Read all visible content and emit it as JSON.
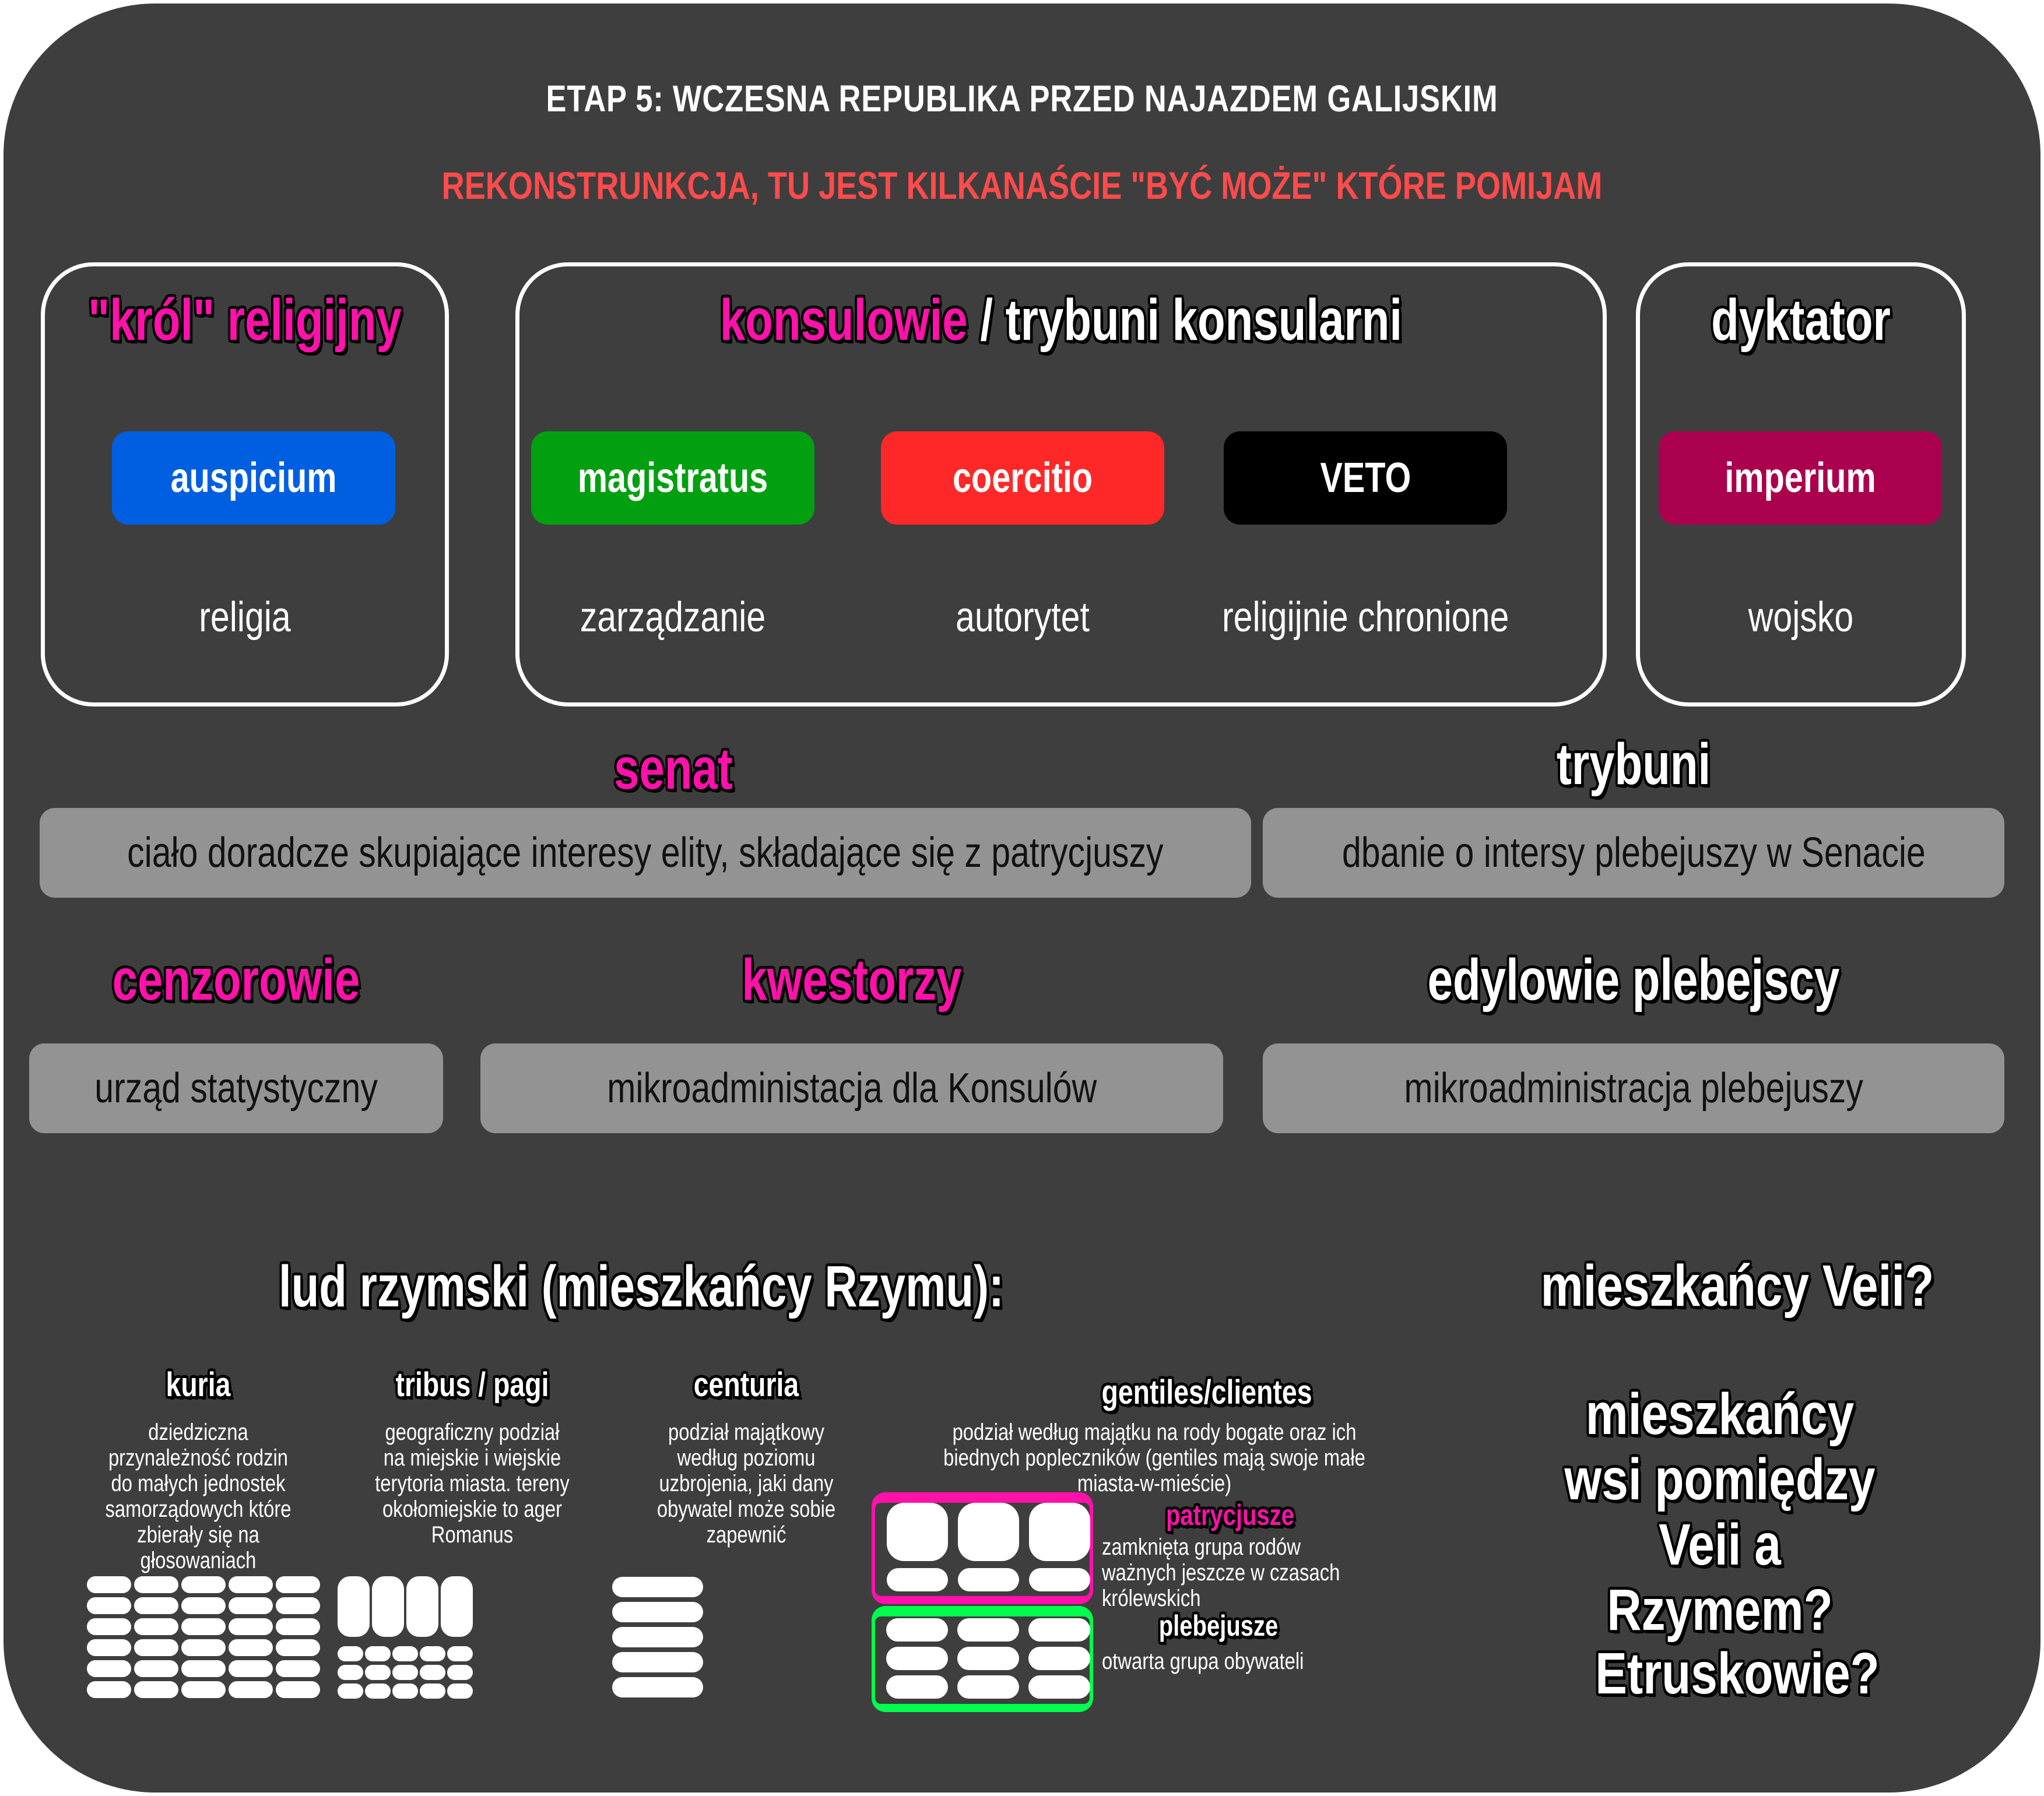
{
  "header": {
    "title": "ETAP 5: WCZESNA REPUBLIKA PRZED NAJAZDEM GALIJSKIM",
    "subtitle": "REKONSTRUNKCJA, TU JEST KILKANAŚCIE \"BYĆ MOŻE\" KTÓRE POMIJAM"
  },
  "colors": {
    "background": "#3e3e3e",
    "accent_pink": "#ff11aa",
    "subtitle_red": "#ff4b4b",
    "auspicium": "#005fe0",
    "magistratus": "#02a010",
    "coercitio": "#ff2828",
    "veto": "#000000",
    "imperium": "#aa004d",
    "patrician_border": "#ff11aa",
    "plebeian_border": "#00ff4c",
    "grey_box": "#939393"
  },
  "offices": {
    "krol": {
      "title": "\"król\" religijny",
      "powers": [
        {
          "label": "auspicium",
          "desc": "religia"
        }
      ]
    },
    "konsulowie": {
      "title_pink": "konsulowie",
      "title_sep": " / ",
      "title_white": "trybuni konsularni",
      "powers": [
        {
          "label": "magistratus",
          "desc": "zarządzanie"
        },
        {
          "label": "coercitio",
          "desc": "autorytet"
        },
        {
          "label": "VETO",
          "desc": "religijnie chronione"
        }
      ]
    },
    "dyktator": {
      "title": "dyktator",
      "powers": [
        {
          "label": "imperium",
          "desc": "wojsko"
        }
      ]
    }
  },
  "institutions": [
    {
      "name": "senat",
      "desc": "ciało doradcze skupiające interesy elity, składające się z patrycjuszy"
    },
    {
      "name": "trybuni",
      "desc": "dbanie o intersy plebejuszy w Senacie"
    },
    {
      "name": "cenzorowie",
      "desc": "urząd statystyczny"
    },
    {
      "name": "kwestorzy",
      "desc": "mikroadministacja dla Konsulów"
    },
    {
      "name": "edylowie plebejscy",
      "desc": "mikroadministracja plebejuszy"
    }
  ],
  "people": {
    "heading": "lud rzymski (mieszkańcy Rzymu):",
    "divisions": [
      {
        "name": "kuria",
        "desc": "dziedziczna przynależność rodzin do małych jednostek samorządowych które zbierały się na głosowaniach"
      },
      {
        "name": "tribus / pagi",
        "desc": "geograficzny podział na miejskie i wiejskie terytoria miasta. tereny okołomiejskie to ager Romanus"
      },
      {
        "name": "centuria",
        "desc": "podział majątkowy według poziomu uzbrojenia, jaki dany obywatel może sobie zapewnić"
      },
      {
        "name": "gentiles/clientes",
        "desc": "podział według majątku na rody bogate oraz ich biednych popleczników (gentiles mają swoje małe miasta-w-mieście)"
      }
    ],
    "groups": [
      {
        "name": "patrycjusze",
        "desc": "zamknięta grupa rodów ważnych jeszcze w czasach królewskich"
      },
      {
        "name": "plebejusze",
        "desc": "otwarta grupa obywateli"
      }
    ]
  },
  "questions": [
    "mieszkańcy Veii?",
    "mieszkańcy wsi pomiędzy Veii a Rzymem?",
    "Etruskowie?"
  ]
}
